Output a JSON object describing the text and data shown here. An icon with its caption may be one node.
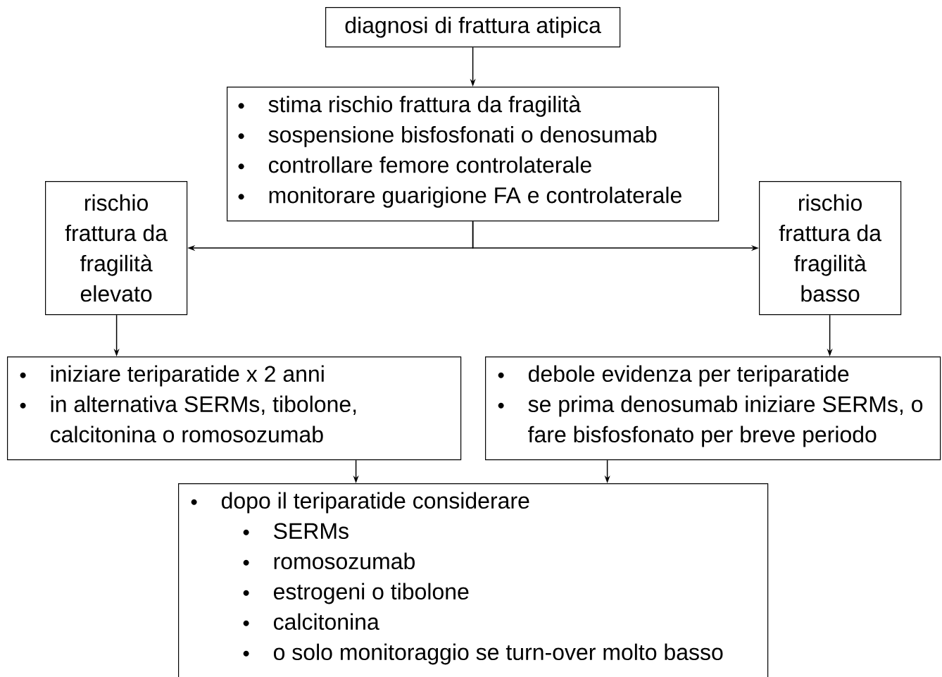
{
  "diagram": {
    "nodes": [
      {
        "text": [
          "diagnosi di frattura atipica"
        ]
      },
      {
        "text": [
          "stima rischio frattura da fragilità",
          "sospensione bisfosfonati o denosumab",
          "controllare femore controlaterale",
          "monitorare guarigione FA e controlaterale"
        ]
      },
      {
        "text": [
          "rischio frattura da fragilità elevato"
        ]
      },
      {
        "text": [
          "rischio frattura da fragilità basso"
        ]
      },
      {
        "text": [
          "iniziare teriparatide x 2 anni",
          "in alternativa SERMs, tibolone, calcitonina o romosozumab"
        ]
      },
      {
        "text": [
          "debole evidenza per teriparatide",
          "se prima denosumab iniziare SERMs, o fare bisfosfonato per breve periodo"
        ]
      },
      {
        "text": [
          "dopo il teriparatide considerare",
          "SERMs",
          "romosozumab",
          "estrogeni o tibolone",
          "calcitonina",
          "o solo monitoraggio se turn-over molto basso"
        ]
      }
    ],
    "edges": [
      {
        "from": 0,
        "to": 1,
        "arrow": "to"
      },
      {
        "from": 1,
        "to": 2,
        "arrow": "to"
      },
      {
        "from": 1,
        "to": 3,
        "arrow": "to"
      },
      {
        "from": 2,
        "to": 4,
        "arrow": "to"
      },
      {
        "from": 3,
        "to": 5,
        "arrow": "to"
      },
      {
        "from": 4,
        "to": 6,
        "arrow": "to"
      },
      {
        "from": 5,
        "to": 6,
        "arrow": "to"
      }
    ]
  }
}
